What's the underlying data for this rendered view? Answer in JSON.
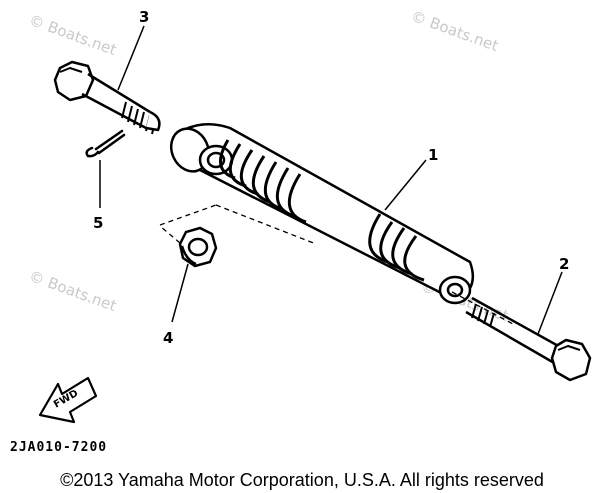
{
  "diagram": {
    "callouts": [
      {
        "id": "1",
        "label": "1"
      },
      {
        "id": "2",
        "label": "2"
      },
      {
        "id": "3",
        "label": "3"
      },
      {
        "id": "4",
        "label": "4"
      },
      {
        "id": "5",
        "label": "5"
      }
    ],
    "watermark": "© Boats.net",
    "fwd_label": "FWD",
    "diagram_code": "2JA010-7200",
    "copyright": "©2013 Yamaha Motor Corporation, U.S.A. All rights reserved"
  },
  "colors": {
    "ink": "#000000",
    "watermark": "#c9c9c9",
    "paper": "#ffffff"
  }
}
